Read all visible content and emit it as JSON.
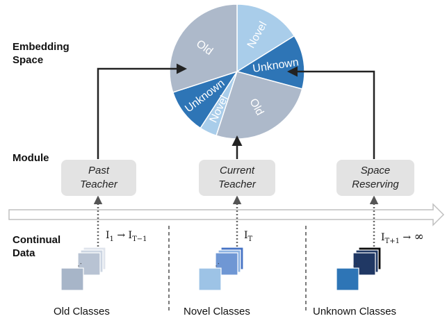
{
  "row_labels": {
    "embedding_line1": "Embedding",
    "embedding_line2": "Space",
    "module": "Module",
    "data_line1": "Continual",
    "data_line2": "Data"
  },
  "modules": {
    "past": {
      "line1": "Past",
      "line2": "Teacher"
    },
    "current": {
      "line1": "Current",
      "line2": "Teacher"
    },
    "space": {
      "line1": "Space",
      "line2": "Reserving"
    }
  },
  "pie_segments": [
    {
      "label": "Novel",
      "color": "#a9cdea",
      "label_color": "#ffffff"
    },
    {
      "label": "Unknown",
      "color": "#2e75b6",
      "label_color": "#ffffff"
    },
    {
      "label": "Old",
      "color": "#adb9ca",
      "label_color": "#ffffff"
    },
    {
      "label": "Novel",
      "color": "#a9cdea",
      "label_color": "#ffffff"
    },
    {
      "label": "Unknown",
      "color": "#2e75b6",
      "label_color": "#ffffff"
    },
    {
      "label": "Old",
      "color": "#adb9ca",
      "label_color": "#ffffff"
    }
  ],
  "data_groups": {
    "old": {
      "caption": "Old Classes",
      "index_main": "I",
      "index_sub1": "1",
      "arrow": "→",
      "index_end": "I",
      "index_sub2": "T−1"
    },
    "novel": {
      "caption": "Novel Classes",
      "index_main": "I",
      "index_sub1": "T"
    },
    "unknown": {
      "caption": "Unknown Classes",
      "index_main": "I",
      "index_sub1": "T+1",
      "arrow": "→",
      "index_end": "∞"
    }
  },
  "colors": {
    "old_stack": [
      "#dfe4ec",
      "#ccd5e2",
      "#b8c3d3",
      "#a7b5c8"
    ],
    "novel_stack": [
      "#4472c4",
      "#8eb4e3",
      "#6f97d4",
      "#9dc3e6"
    ],
    "unknown_stack": [
      "#0d0d0d",
      "#1f3864",
      "#203864",
      "#2e75b6"
    ],
    "module_box": "#e3e3e3",
    "arrow": "#222222",
    "timeline": "#bfbfbf"
  }
}
